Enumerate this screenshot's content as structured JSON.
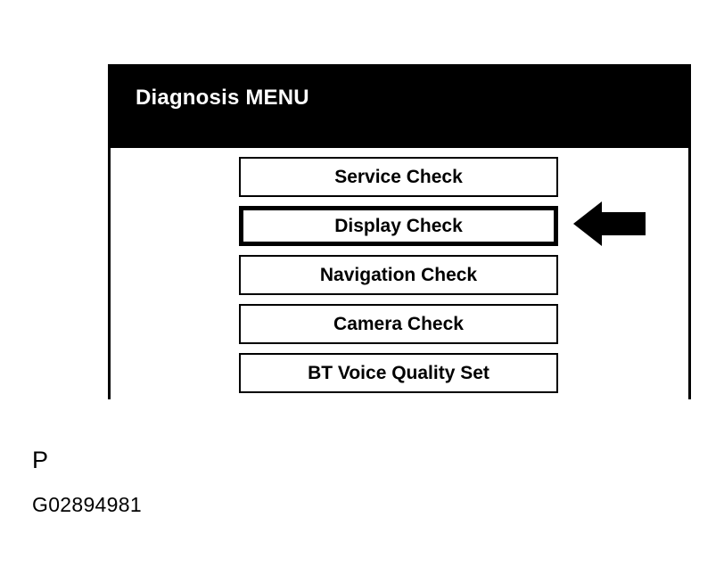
{
  "screen": {
    "title": "Diagnosis MENU",
    "title_bar_color": "#000000",
    "title_text_color": "#ffffff",
    "panel_background": "#ffffff",
    "panel_border_color": "#000000",
    "menu_items": [
      {
        "label": "Service Check",
        "selected": false
      },
      {
        "label": "Display Check",
        "selected": true
      },
      {
        "label": "Navigation Check",
        "selected": false
      },
      {
        "label": "Camera Check",
        "selected": false
      },
      {
        "label": "BT Voice Quality Set",
        "selected": false
      }
    ]
  },
  "annotation": {
    "arrow": {
      "icon": "arrow-left-icon",
      "direction": "left",
      "color": "#000000",
      "points_to": "Display Check"
    }
  },
  "captions": {
    "marker": "P",
    "figure_code": "G02894981"
  }
}
